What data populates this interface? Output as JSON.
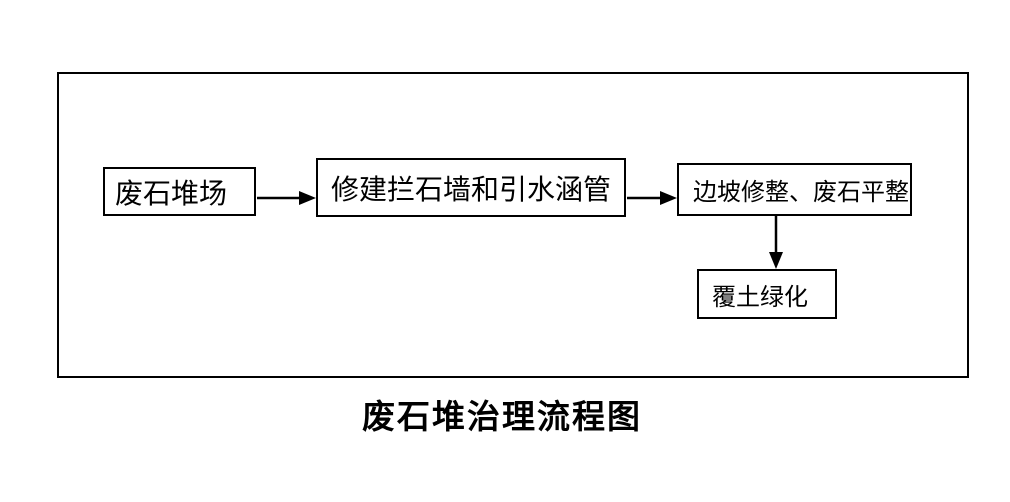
{
  "diagram": {
    "title": "废石堆治理流程图",
    "nodes": [
      {
        "id": "waste-rock-yard",
        "label": "废石堆场"
      },
      {
        "id": "build-retaining-wall-culvert",
        "label": "修建拦石墙和引水涵管"
      },
      {
        "id": "slope-trim-rock-leveling",
        "label": "边坡修整、废石平整"
      },
      {
        "id": "soil-cover-greening",
        "label": "覆土绿化"
      }
    ],
    "edges": [
      {
        "from": "废石堆场",
        "to": "修建拦石墙和引水涵管",
        "direction": "right"
      },
      {
        "from": "修建拦石墙和引水涵管",
        "to": "边坡修整、废石平整",
        "direction": "right"
      },
      {
        "from": "边坡修整、废石平整",
        "to": "覆土绿化",
        "direction": "down"
      }
    ],
    "colors": {
      "line": "#000000",
      "background": "#ffffff",
      "text": "#000000"
    }
  }
}
